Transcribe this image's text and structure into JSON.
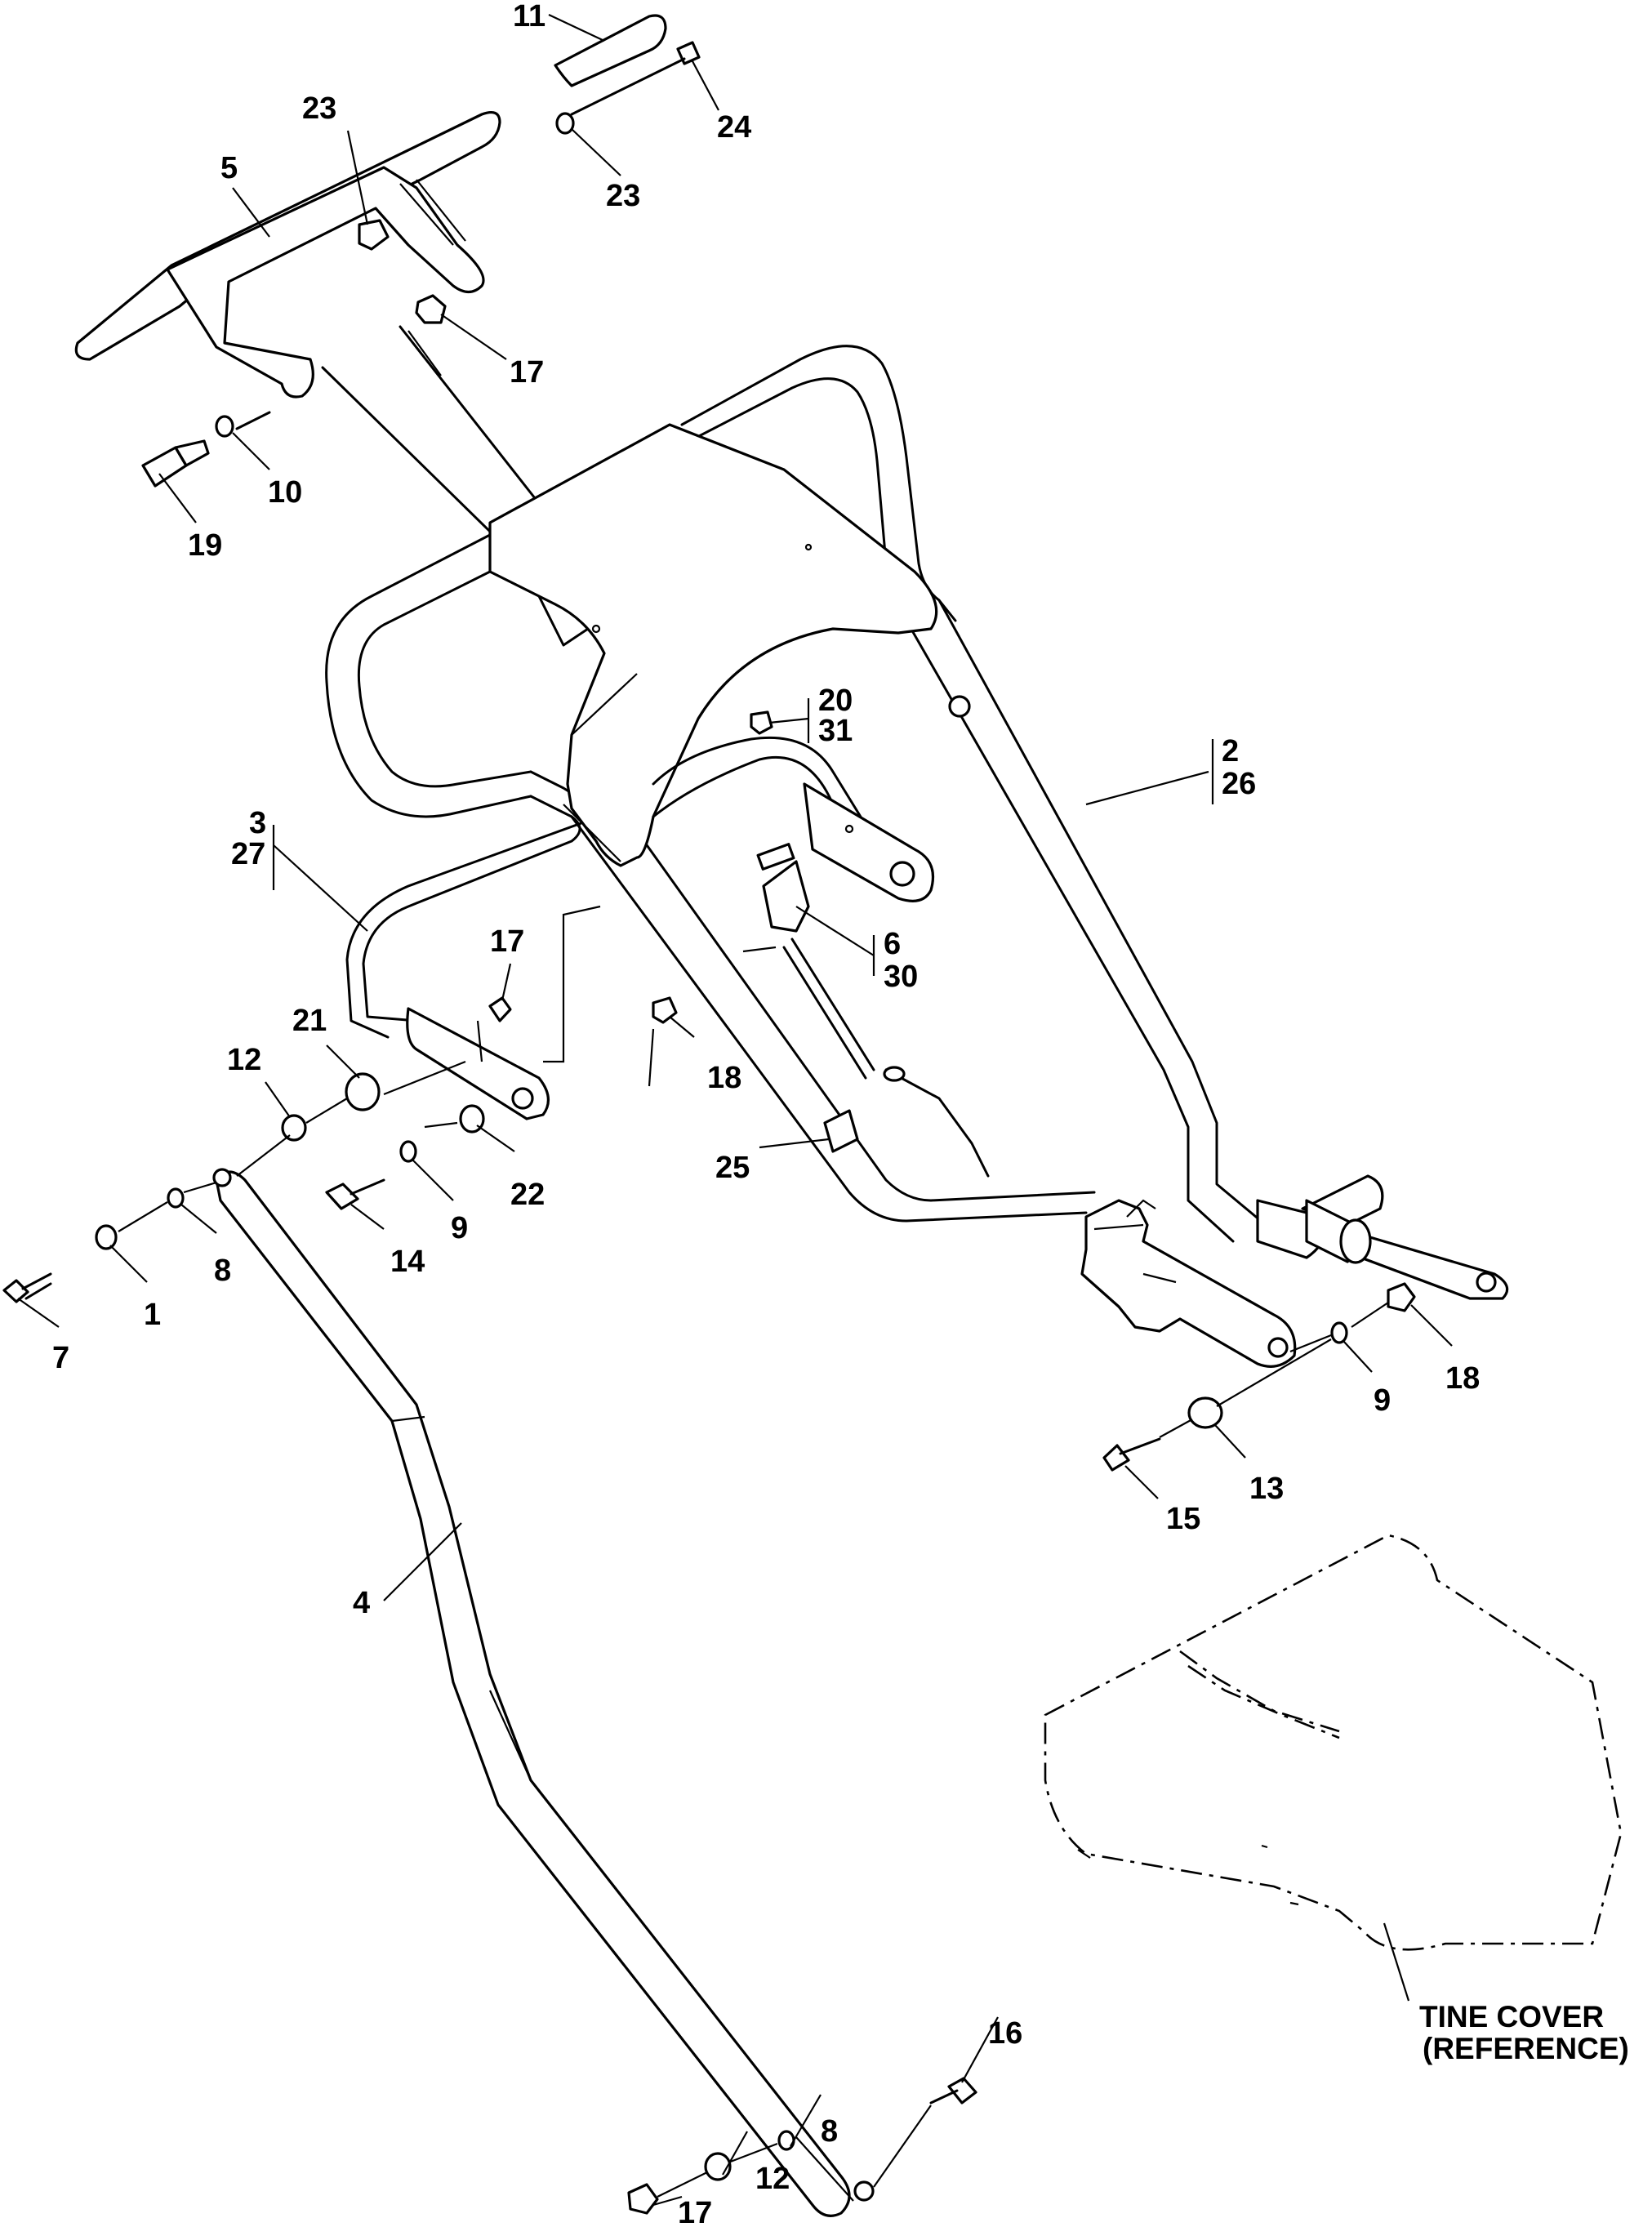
{
  "callouts": [
    {
      "id": "c11",
      "text": "11"
    },
    {
      "id": "c24",
      "text": "24"
    },
    {
      "id": "c23a",
      "text": "23"
    },
    {
      "id": "c23b",
      "text": "23"
    },
    {
      "id": "c5",
      "text": "5"
    },
    {
      "id": "c17a",
      "text": "17"
    },
    {
      "id": "c10",
      "text": "10"
    },
    {
      "id": "c19",
      "text": "19"
    },
    {
      "id": "c20",
      "text": "20"
    },
    {
      "id": "c31",
      "text": "31"
    },
    {
      "id": "c2",
      "text": "2"
    },
    {
      "id": "c26",
      "text": "26"
    },
    {
      "id": "c3",
      "text": "3"
    },
    {
      "id": "c27",
      "text": "27"
    },
    {
      "id": "c6",
      "text": "6"
    },
    {
      "id": "c30",
      "text": "30"
    },
    {
      "id": "c17b",
      "text": "17"
    },
    {
      "id": "c21",
      "text": "21"
    },
    {
      "id": "c12a",
      "text": "12"
    },
    {
      "id": "c18a",
      "text": "18"
    },
    {
      "id": "c25",
      "text": "25"
    },
    {
      "id": "c22",
      "text": "22"
    },
    {
      "id": "c9a",
      "text": "9"
    },
    {
      "id": "c14",
      "text": "14"
    },
    {
      "id": "c8a",
      "text": "8"
    },
    {
      "id": "c1",
      "text": "1"
    },
    {
      "id": "c7",
      "text": "7"
    },
    {
      "id": "c18b",
      "text": "18"
    },
    {
      "id": "c9b",
      "text": "9"
    },
    {
      "id": "c13",
      "text": "13"
    },
    {
      "id": "c15",
      "text": "15"
    },
    {
      "id": "c4",
      "text": "4"
    },
    {
      "id": "c16",
      "text": "16"
    },
    {
      "id": "c8b",
      "text": "8"
    },
    {
      "id": "c12b",
      "text": "12"
    },
    {
      "id": "c17c",
      "text": "17"
    }
  ],
  "reference": {
    "line1": "TINE COVER",
    "line2": "(REFERENCE)"
  }
}
